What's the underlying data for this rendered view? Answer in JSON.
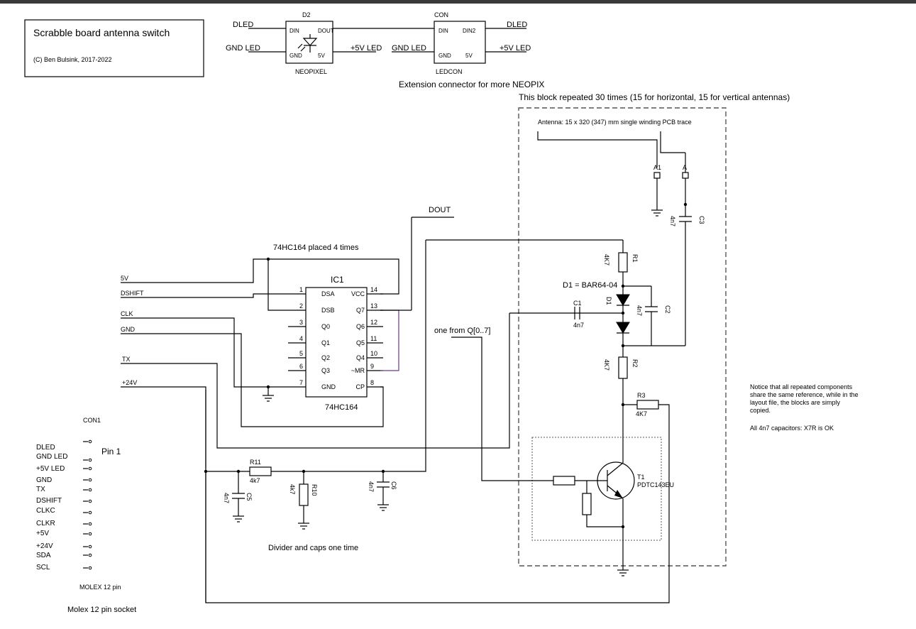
{
  "title_block": {
    "title": "Scrabble board antenna switch",
    "copyright": "(C) Ben Bulsink, 2017-2022"
  },
  "neopixel": {
    "ref": "D2",
    "value": "NEOPIXEL",
    "pin_din": "DIN",
    "pin_dout": "DOUT",
    "pin_gnd": "GND",
    "pin_5v": "5V",
    "net_left_top": "DLED",
    "net_left_bottom": "GND LED",
    "net_right": "+5V LED"
  },
  "ledcon": {
    "ref": "CON",
    "value": "LEDCON",
    "pin_din": "DIN",
    "pin_din2": "DIN2",
    "pin_gnd": "GND",
    "pin_5v": "5V",
    "net_left": "GND LED",
    "net_right_top": "DLED",
    "net_right_bottom": "+5V LED",
    "caption": "Extension connector for more NEOPIX"
  },
  "repeat_block": {
    "caption": "This block repeated 30 times (15 for horizontal, 15 for vertical antennas)",
    "antenna_caption": "Antenna: 15 x 320 (347) mm single winding PCB trace",
    "pad_a1": "A1",
    "pad_a": "A",
    "c3": {
      "ref": "C3",
      "value": "4n7"
    },
    "r1": {
      "ref": "R1",
      "value": "4K7"
    },
    "diode_note": "D1 = BAR64-04",
    "d1": "D1",
    "c1": {
      "ref": "C1",
      "value": "4n7"
    },
    "c2": {
      "ref": "C2",
      "value": "4n7"
    },
    "r2": {
      "ref": "R2",
      "value": "4K7"
    },
    "r3": {
      "ref": "R3",
      "value": "4K7"
    },
    "t1": {
      "ref": "T1",
      "value": "PDTC143EU"
    },
    "input_label": "one from Q[0..7]"
  },
  "shift_register": {
    "caption": "74HC164 placed 4 times",
    "ref": "IC1",
    "value": "74HC164",
    "net_dout": "DOUT",
    "pins_left": [
      {
        "num": "1",
        "name": "DSA"
      },
      {
        "num": "2",
        "name": "DSB"
      },
      {
        "num": "3",
        "name": "Q0"
      },
      {
        "num": "4",
        "name": "Q1"
      },
      {
        "num": "5",
        "name": "Q2"
      },
      {
        "num": "6",
        "name": "Q3"
      },
      {
        "num": "7",
        "name": "GND"
      }
    ],
    "pins_right": [
      {
        "num": "14",
        "name": "VCC"
      },
      {
        "num": "13",
        "name": "Q7"
      },
      {
        "num": "12",
        "name": "Q6"
      },
      {
        "num": "11",
        "name": "Q5"
      },
      {
        "num": "10",
        "name": "Q4"
      },
      {
        "num": "9",
        "name": "~MR"
      },
      {
        "num": "8",
        "name": "CP"
      }
    ]
  },
  "bus_nets": [
    "5V",
    "DSHIFT",
    "CLK",
    "GND",
    "TX",
    "+24V"
  ],
  "divider": {
    "caption": "Divider and caps one time",
    "r11": {
      "ref": "R11",
      "value": "4k7"
    },
    "r10": {
      "ref": "R10",
      "value": "4k7"
    },
    "c5": {
      "ref": "C5",
      "value": "4n7"
    },
    "c6": {
      "ref": "C6",
      "value": "4n7"
    }
  },
  "connector": {
    "ref": "CON1",
    "pin1_label": "Pin 1",
    "pins": [
      "DLED",
      "GND LED",
      "+5V LED",
      "GND",
      "TX",
      "DSHIFT",
      "CLKC",
      "CLKR",
      "+5V",
      "+24V",
      "SDA",
      "SCL"
    ],
    "value": "MOLEX 12 pin",
    "caption": "Molex 12 pin socket"
  },
  "notes": {
    "line1": "Notice that all repeated components",
    "line2": "share the same reference, while in the",
    "line3": "layout file, the blocks are simply",
    "line4": "copied.",
    "line5": "All 4n7 capacitors: X7R is OK"
  }
}
